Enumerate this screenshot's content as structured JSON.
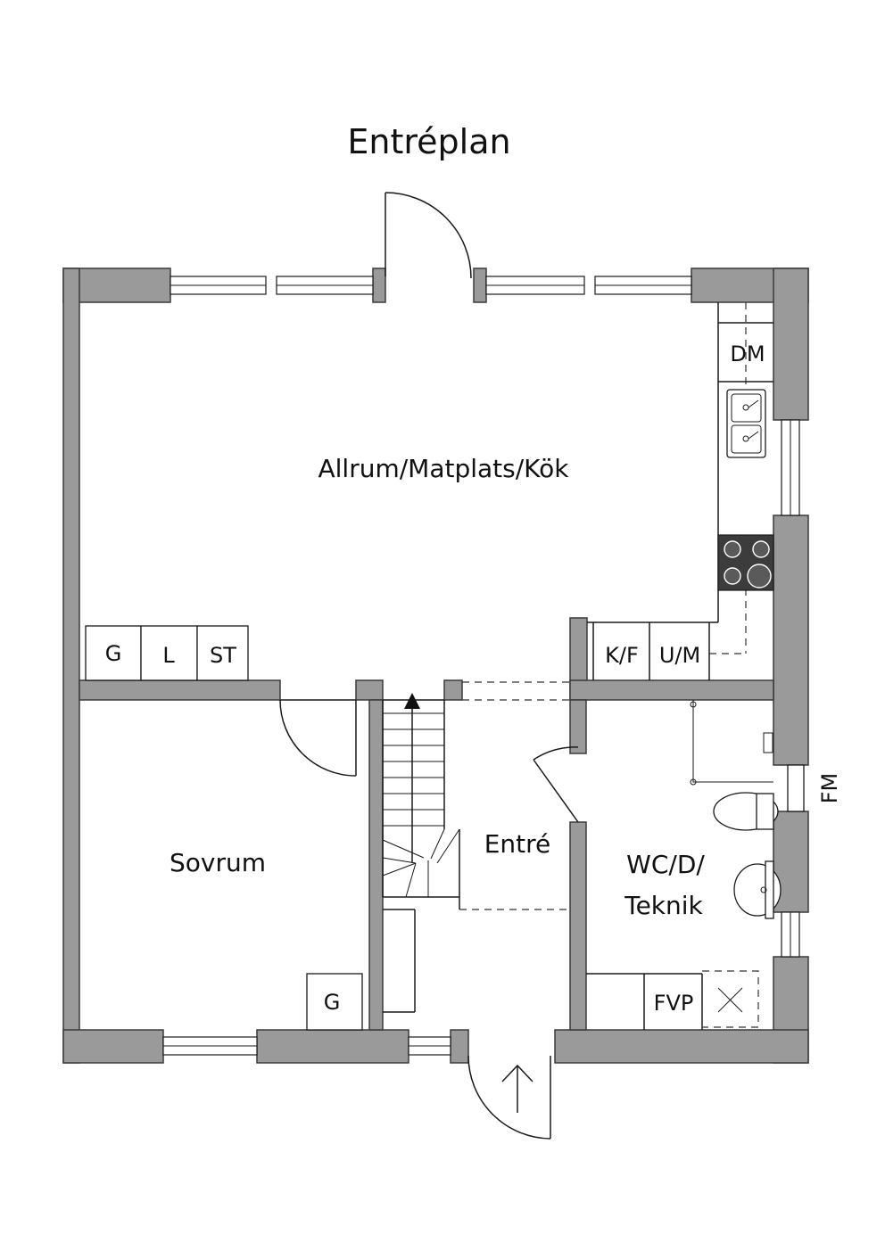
{
  "title": "Entréplan",
  "rooms": {
    "living": "Allrum/Matplats/Kök",
    "bedroom": "Sovrum",
    "entrance": "Entré",
    "bath_line1": "WC/D/",
    "bath_line2": "Teknik"
  },
  "fixtures": {
    "dm": "DM",
    "kf": "K/F",
    "um": "U/M",
    "g1": "G",
    "l": "L",
    "st": "ST",
    "g2": "G",
    "fvp": "FVP",
    "fm": "FM"
  }
}
